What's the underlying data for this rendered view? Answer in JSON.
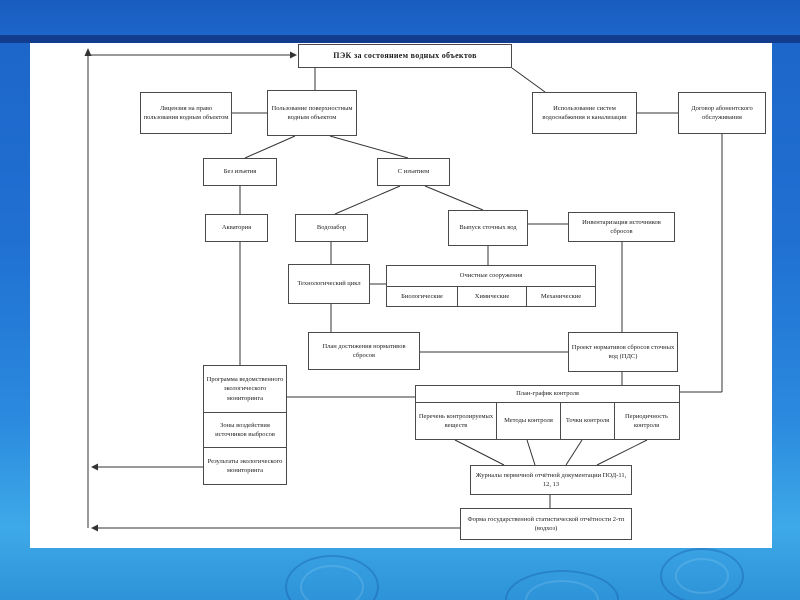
{
  "slide": {
    "title": "ПЭК за состоянием водных объектов",
    "boxes": {
      "license": "Лицензия на право пользования водным объектом",
      "surface_use": "Пользование поверхностным водным объектом",
      "systems_use": "Использование систем водоснабжения и канализации",
      "contract": "Договор абонентского обслуживания",
      "no_withdrawal": "Без изъятия",
      "with_withdrawal": "С изъятием",
      "aquatoria": "Акватория",
      "intake": "Водозабор",
      "discharge": "Выпуск сточных вод",
      "inventory": "Инвентаризация источников сбросов",
      "tech_cycle": "Технологический цикл",
      "treatment": {
        "header": "Очистные сооружения",
        "cells": [
          "Биологические",
          "Химические",
          "Механические"
        ]
      },
      "plan_achievement": "План достижения нормативов сбросов",
      "project_pds": "Проект нормативов сбросов сточных вод (ПДС)",
      "monitoring": {
        "cells": [
          "Программа ведомственного экологического мониторинга",
          "Зоны воздействия источников выбросов",
          "Результаты экологического мониторинга"
        ]
      },
      "control_schedule": {
        "header": "План-график контроля",
        "cells": [
          "Перечень контролируемых веществ",
          "Методы контроля",
          "Точки контроля",
          "Периодичность контроля"
        ]
      },
      "journals": "Журналы первичной отчётной документации ПОД-11, 12, 13",
      "stat_form": "Форма государственной статистической отчётности 2-тп (водхоз)"
    },
    "colors": {
      "background_top": "#1a5cc0",
      "background_bottom": "#3ea9e8",
      "top_band": "#123c8e",
      "panel": "#ffffff",
      "line": "#333333",
      "box_border": "#4a4a4a",
      "text": "#1a1a1a"
    }
  }
}
